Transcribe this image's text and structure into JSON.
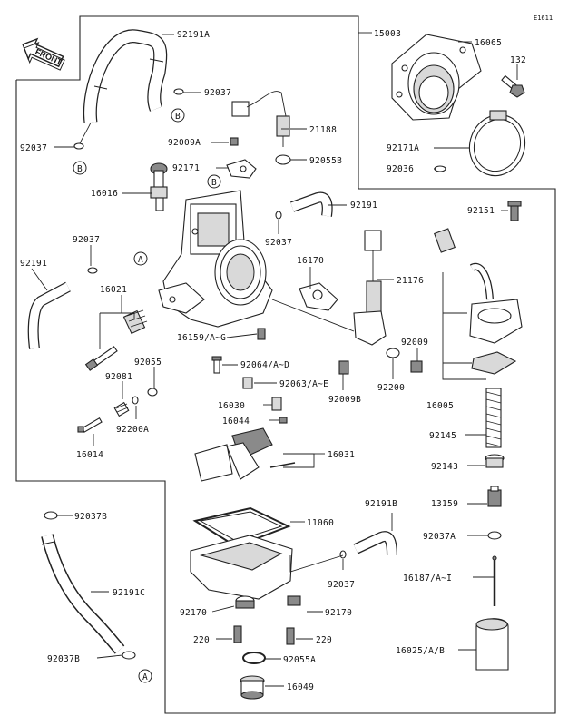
{
  "diagram_ref": "E1611",
  "front_label": "FRONT",
  "callouts": {
    "A": "A",
    "B": "B"
  },
  "parts": {
    "p92191A": "92191A",
    "p15003": "15003",
    "p16065": "16065",
    "p132": "132",
    "p92037_top": "92037",
    "p92037_left": "92037",
    "p21188": "21188",
    "p92009A": "92009A",
    "p92055B": "92055B",
    "p92171A": "92171A",
    "p92036": "92036",
    "p92171": "92171",
    "p16016": "16016",
    "p92191": "92191",
    "p92037_mid": "92037",
    "p92151": "92151",
    "p92037_l2": "92037",
    "p92191_left": "92191",
    "p16170": "16170",
    "p21176": "21176",
    "p16021": "16021",
    "p16159": "16159/A~G",
    "p92009": "92009",
    "p92055": "92055",
    "p92064": "92064/A~D",
    "p92081": "92081",
    "p92063": "92063/A~E",
    "p92009B": "92009B",
    "p92200": "92200",
    "p16030": "16030",
    "p16005": "16005",
    "p92200A": "92200A",
    "p16044": "16044",
    "p92145": "92145",
    "p16014": "16014",
    "p16031": "16031",
    "p92143": "92143",
    "p92037B_top": "92037B",
    "p92191B": "92191B",
    "p13159": "13159",
    "p11060": "11060",
    "p92037A": "92037A",
    "p92037_bowl": "92037",
    "p16187": "16187/A~I",
    "p92191C": "92191C",
    "p92170_l": "92170",
    "p92170_r": "92170",
    "p220_l": "220",
    "p220_r": "220",
    "p16025": "16025/A/B",
    "p92037B_bot": "92037B",
    "p92055A": "92055A",
    "p16049": "16049"
  }
}
